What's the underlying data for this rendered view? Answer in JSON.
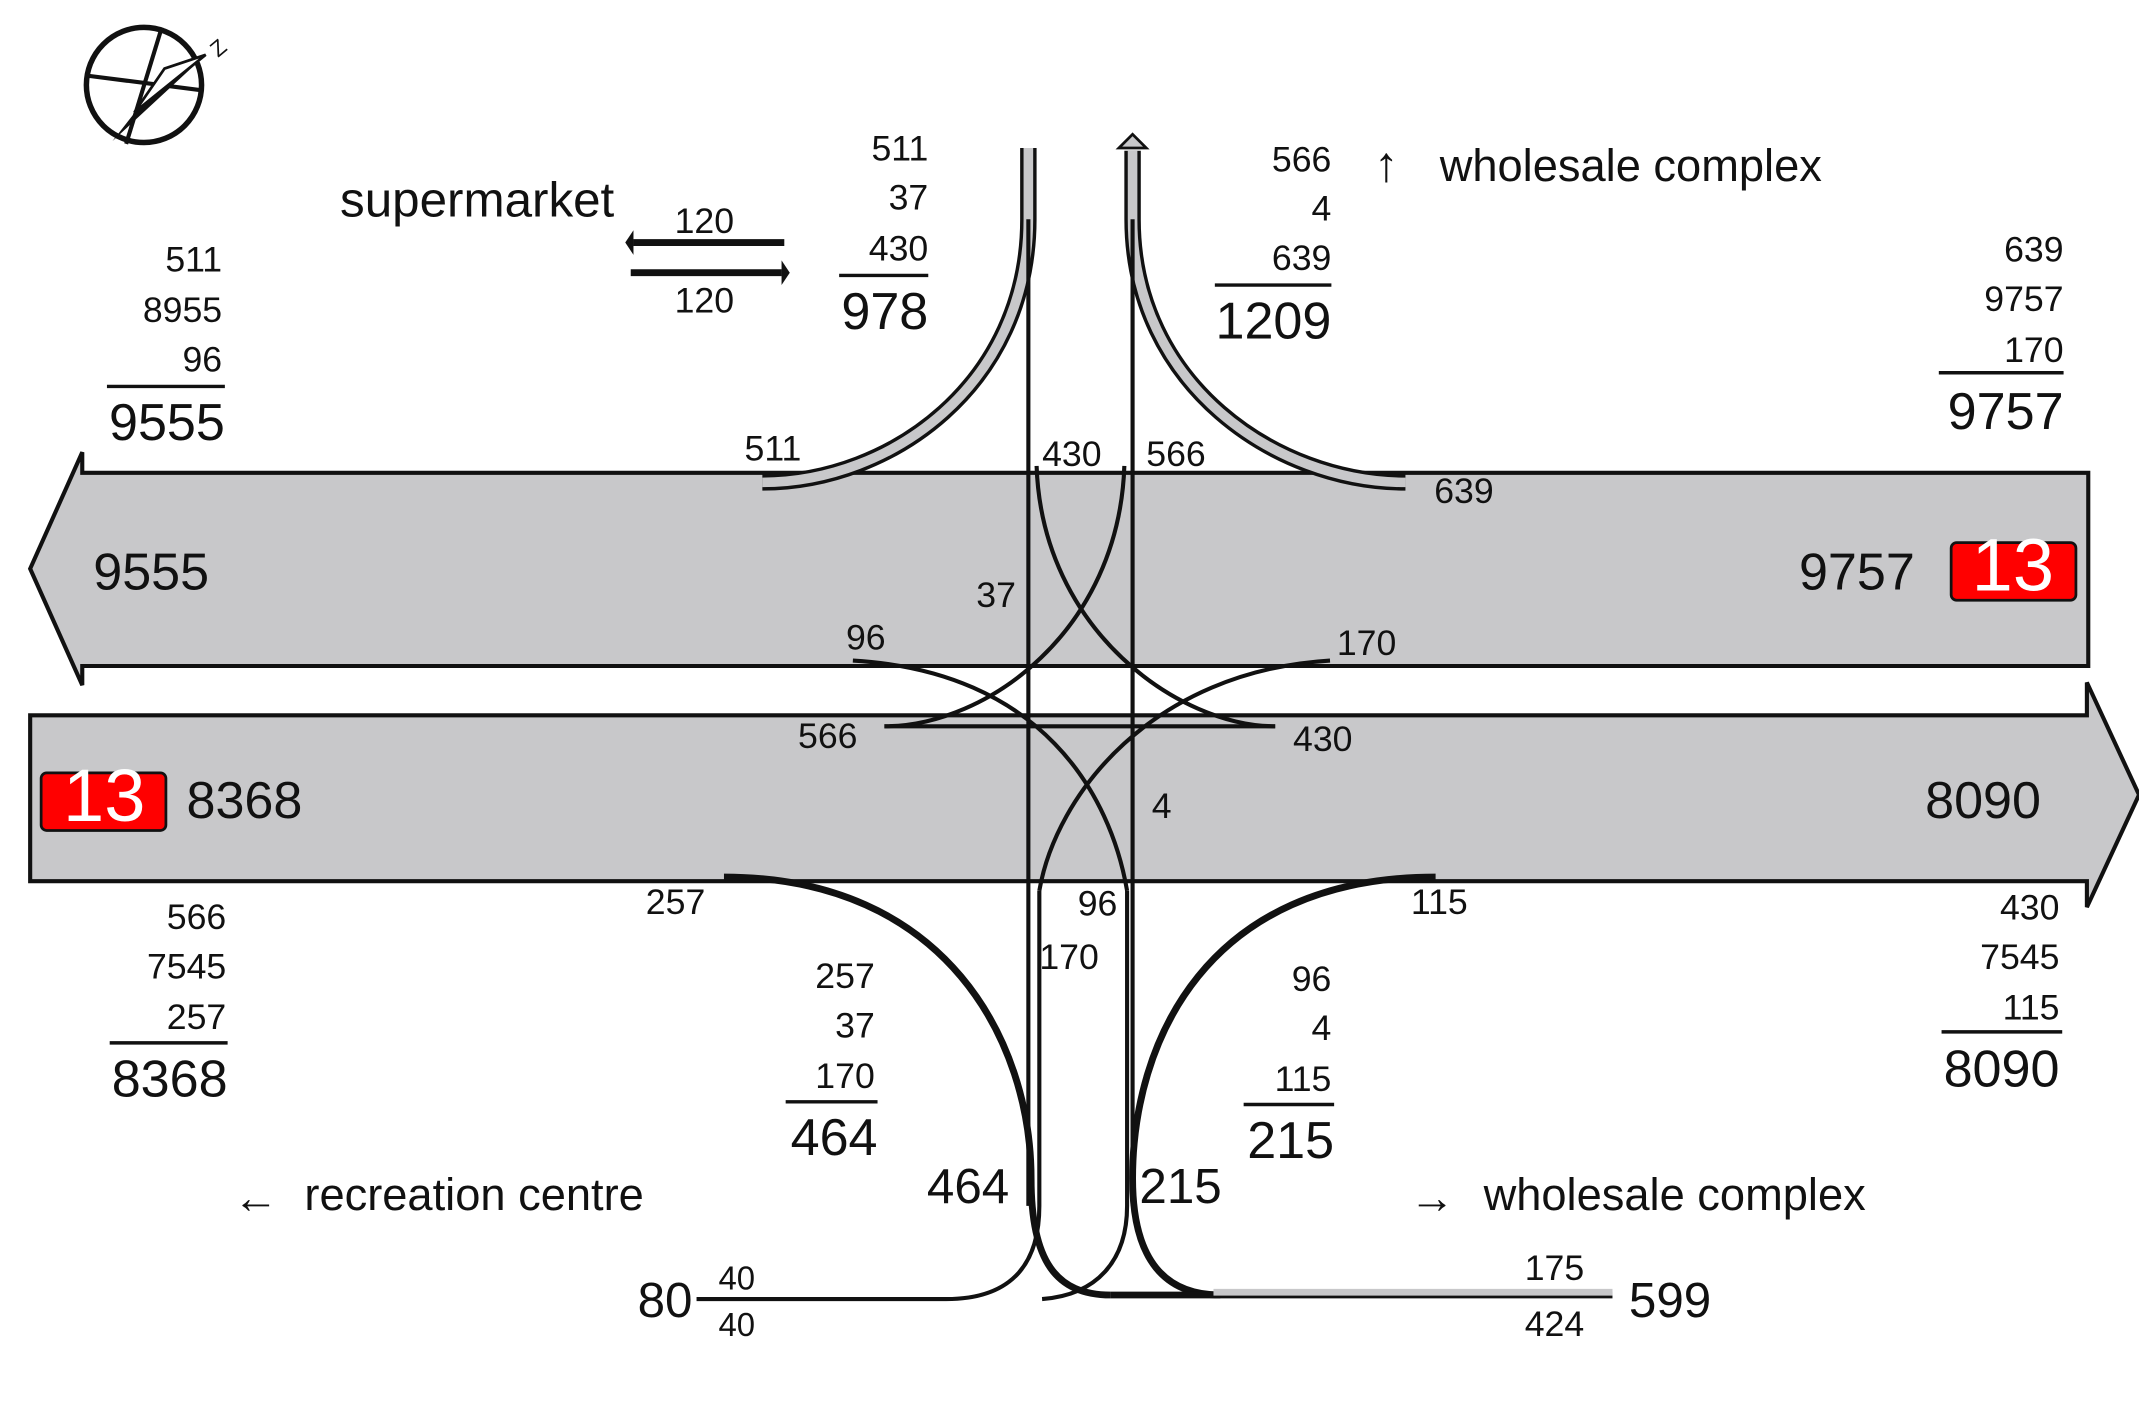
{
  "road_numbers": {
    "westbound": "13",
    "eastbound": "13"
  },
  "colors": {
    "road": "#c8c8ca",
    "badge": "#ff0000",
    "line": "#111111"
  },
  "icons": {
    "compass": "compass-north-icon"
  },
  "destinations": {
    "supermarket": "supermarket",
    "wholesale_north": "wholesale complex",
    "wholesale_south": "wholesale complex",
    "recreation": "recreation centre",
    "arrow_north": "↑",
    "arrow_east": "→",
    "arrow_west": "←"
  },
  "supermarket_flows": {
    "out": "120",
    "in": "120"
  },
  "carriageways": {
    "west": {
      "flow": "9555"
    },
    "east": {
      "flow": "8090"
    },
    "westbound_entry": {
      "flow": "9757"
    },
    "eastbound_entry": {
      "flow": "8368"
    }
  },
  "sums": {
    "nw": {
      "a": "511",
      "b": "8955",
      "c": "96",
      "total": "9555"
    },
    "ne": {
      "a": "639",
      "b": "9757",
      "c": "170",
      "total": "9757"
    },
    "sw": {
      "a": "566",
      "b": "7545",
      "c": "257",
      "total": "8368"
    },
    "se": {
      "a": "430",
      "b": "7545",
      "c": "115",
      "total": "8090"
    },
    "north_left": {
      "a": "511",
      "b": "37",
      "c": "430",
      "total": "978"
    },
    "north_right": {
      "a": "566",
      "b": "4",
      "c": "639",
      "total": "1209"
    },
    "south_left": {
      "a": "257",
      "b": "37",
      "c": "170",
      "total": "464"
    },
    "south_right": {
      "a": "96",
      "b": "4",
      "c": "115",
      "total": "215"
    }
  },
  "ramp_labels": {
    "r511": "511",
    "r430": "430",
    "r566": "566",
    "r639": "639",
    "r37": "37",
    "r96": "96",
    "r170": "170",
    "r566b": "566",
    "r430b": "430",
    "r4": "4",
    "r257": "257",
    "r96b": "96",
    "r115": "115",
    "r170b": "170",
    "r464": "464",
    "r215": "215"
  },
  "bottom_road": {
    "left_total": "80",
    "left_in": "40",
    "left_out": "40",
    "right_total": "599",
    "right_in": "175",
    "right_out": "424"
  }
}
